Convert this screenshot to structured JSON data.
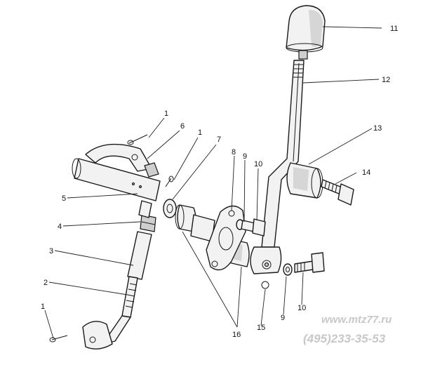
{
  "callouts": [
    "1",
    "6",
    "1",
    "7",
    "8",
    "9",
    "10",
    "11",
    "12",
    "13",
    "14",
    "5",
    "4",
    "3",
    "2",
    "1",
    "16",
    "15",
    "9",
    "10"
  ],
  "watermark": {
    "site": "www.mtz77.ru",
    "phone": "(495)233-35-53"
  }
}
